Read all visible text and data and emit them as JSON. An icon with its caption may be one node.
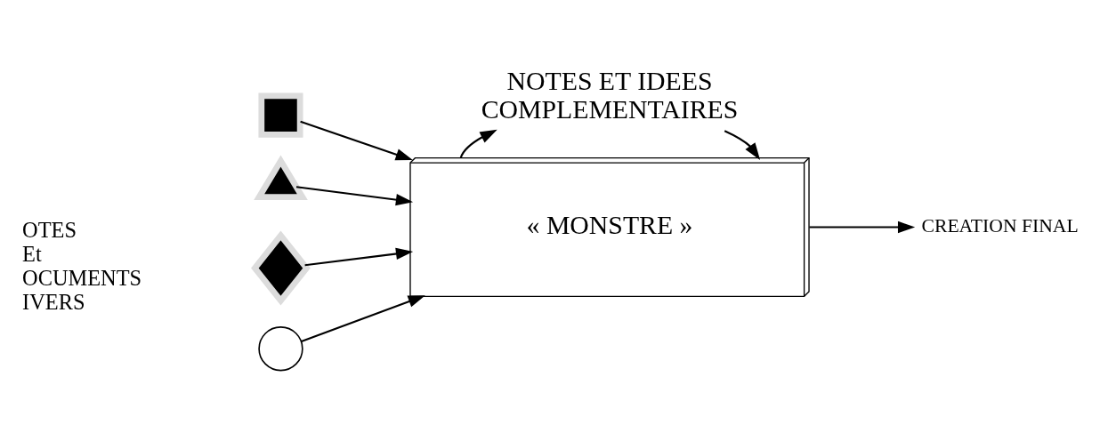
{
  "diagram": {
    "nodes": [
      {
        "text": [
          "NOTES ET IDEES COMPLEMENTAIRES"
        ]
      },
      {
        "text": [],
        "shape": "box"
      },
      {
        "text": [],
        "shape": "triangle"
      },
      {
        "text": [],
        "shape": "diamond"
      },
      {
        "text": [],
        "shape": "circle"
      },
      {
        "text": [
          "« MONSTRE »"
        ]
      },
      {
        "text": [
          "CREATION FINAL"
        ]
      }
    ],
    "edges": [
      {
        "from": 0,
        "to": 5,
        "arrow": "to"
      },
      {
        "from": 5,
        "to": 0,
        "arrow": "to"
      },
      {
        "from": 1,
        "to": 5,
        "arrow": "to"
      },
      {
        "from": 2,
        "to": 5,
        "arrow": "to"
      },
      {
        "from": 3,
        "to": 5,
        "arrow": "to"
      },
      {
        "from": 4,
        "to": 5,
        "arrow": "to"
      },
      {
        "from": 5,
        "to": 6,
        "arrow": "to"
      }
    ],
    "labels": [
      "OTES Et OCUMENTS IVERS"
    ]
  }
}
